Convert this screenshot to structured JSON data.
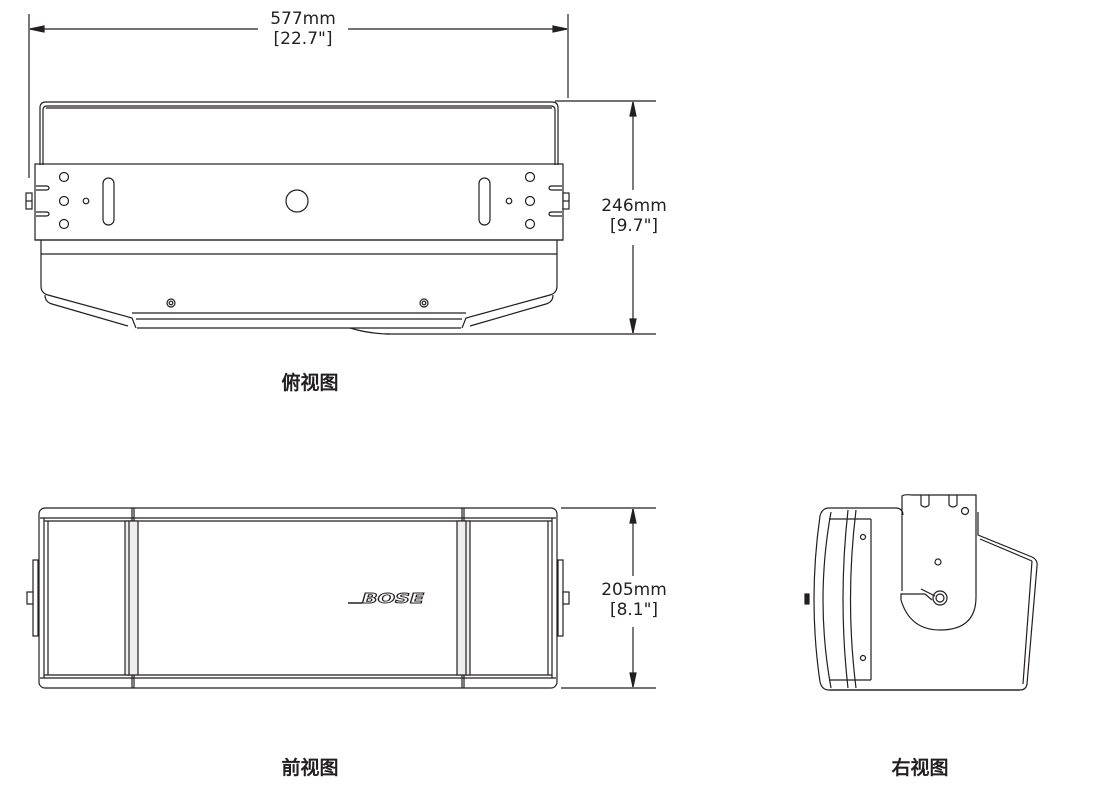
{
  "drawing": {
    "subject": "BOSE loudspeaker dimension drawing",
    "brand_logo": "BOSE",
    "line_color": "#231f20",
    "background": "#ffffff"
  },
  "dimensions": {
    "width": {
      "mm": "577mm",
      "inch": "[22.7\"]"
    },
    "depth": {
      "mm": "246mm",
      "inch": "[9.7\"]"
    },
    "height": {
      "mm": "205mm",
      "inch": "[8.1\"]"
    }
  },
  "views": {
    "top": {
      "caption": "俯视图"
    },
    "front": {
      "caption": "前视图"
    },
    "right": {
      "caption": "右视图"
    }
  }
}
